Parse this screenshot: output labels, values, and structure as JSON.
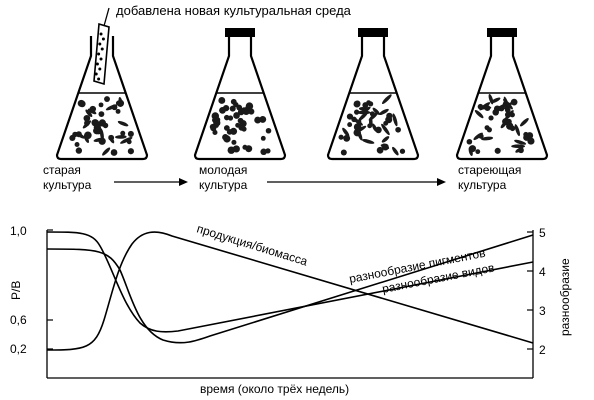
{
  "top": {
    "note": "добавлена новая культуральная среда",
    "stages": [
      {
        "line1": "старая",
        "line2": "культура"
      },
      {
        "line1": "молодая",
        "line2": "культура"
      },
      {
        "line1": "стареющая",
        "line2": "культура"
      }
    ]
  },
  "chart": {
    "ylabel_left": "P/B",
    "ylabel_right": "разнообразие",
    "xlabel": "время (около трёх недель)",
    "left_ticks": [
      "1,0",
      "0,6",
      "0,2"
    ],
    "right_ticks": [
      "5",
      "4",
      "3",
      "2"
    ],
    "curve_labels": {
      "production": "продукция/биомасса",
      "pigments": "разнообразие пигментов",
      "species": "разнообразие видов"
    }
  }
}
